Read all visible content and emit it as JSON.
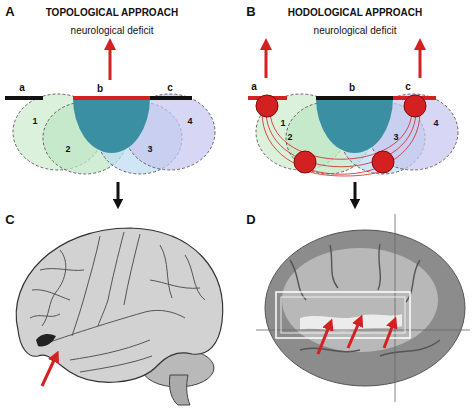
{
  "diagram": {
    "labels": [
      "A",
      "TOPOLOGICAL APPROACH",
      "neurological deficit",
      "a",
      "b",
      "c",
      "1",
      "2",
      "3",
      "4",
      "B",
      "HODOLOGICAL APPROACH",
      "neurological deficit",
      "a",
      "b",
      "c",
      "1",
      "2",
      "3",
      "4",
      "C",
      "D"
    ]
  }
}
